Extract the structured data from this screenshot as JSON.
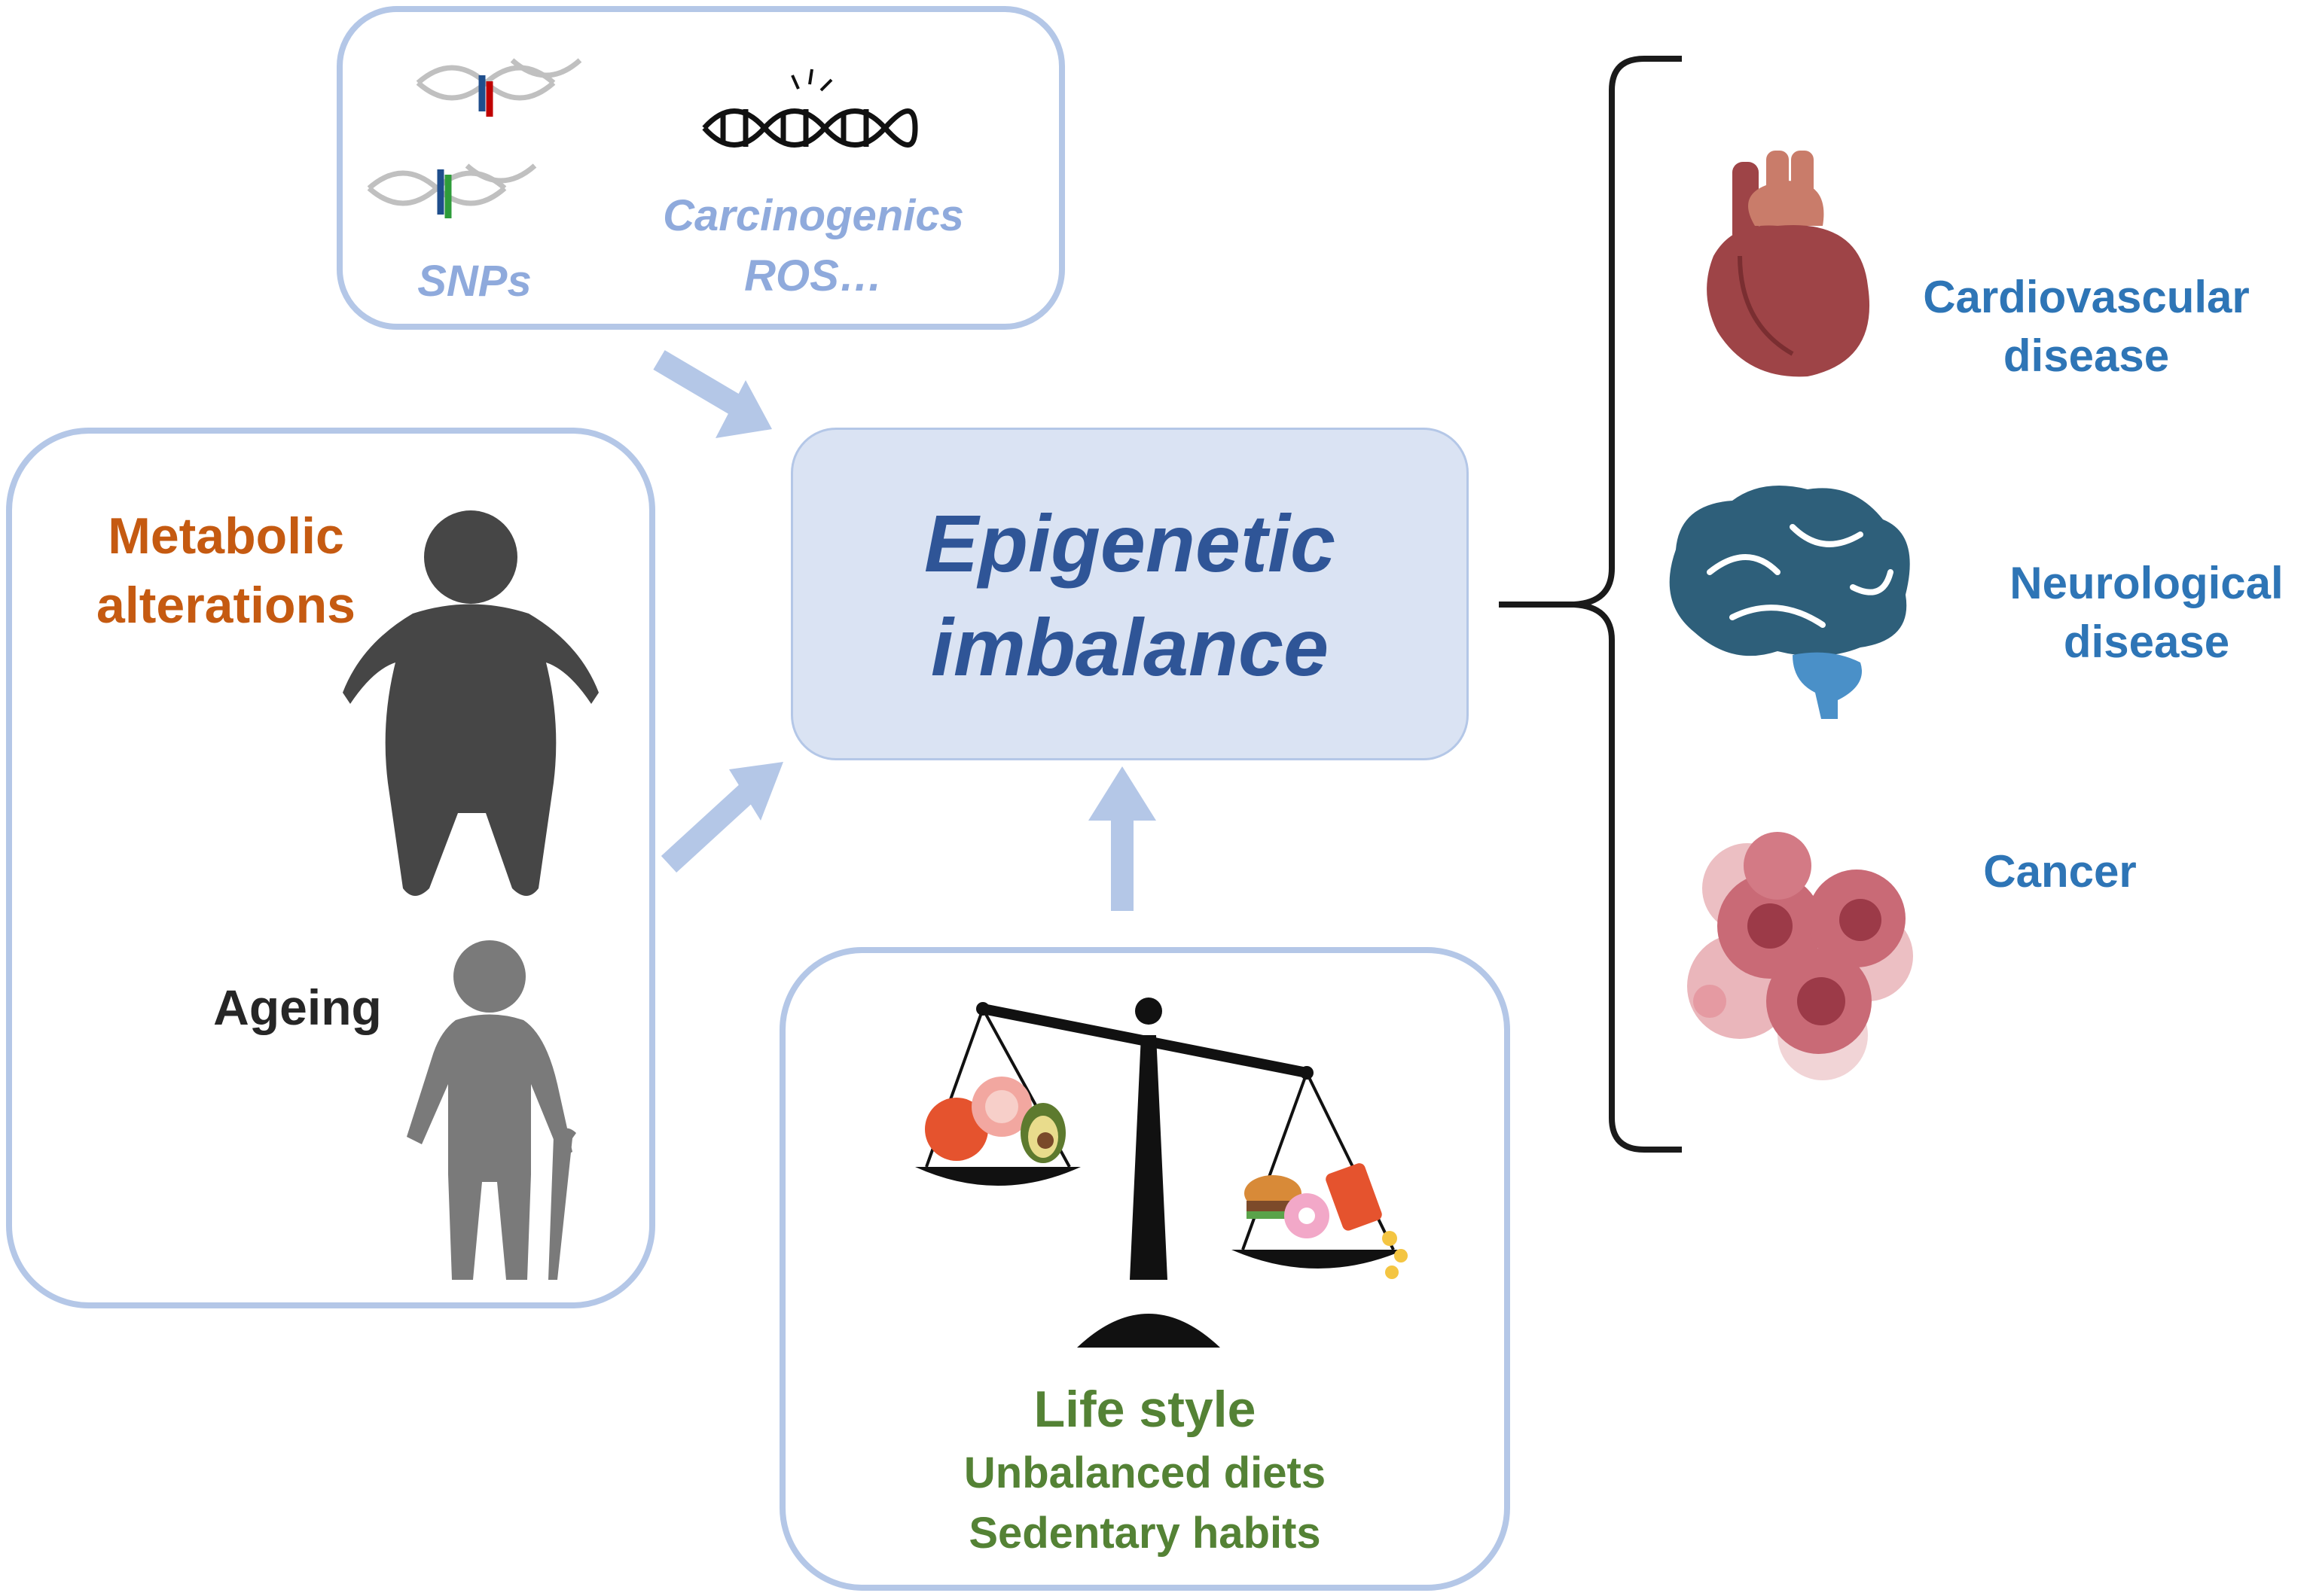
{
  "center": {
    "line1": "Epigenetic",
    "line2": "imbalance"
  },
  "genetic": {
    "snps_label": "SNPs",
    "carcino_line1": "Carcinogenics",
    "carcino_line2": "ROS…"
  },
  "metabolic": {
    "label_line1": "Metabolic",
    "label_line2": "alterations",
    "ageing_label": "Ageing"
  },
  "lifestyle": {
    "title": "Life style",
    "line1": "Unbalanced diets",
    "line2": "Sedentary habits"
  },
  "diseases": {
    "cardio_line1": "Cardiovascular",
    "cardio_line2": "disease",
    "neuro_line1": "Neurological",
    "neuro_line2": "disease",
    "cancer": "Cancer"
  },
  "colors": {
    "box_border": "#b4c7e7",
    "center_fill": "#dae3f3",
    "center_text": "#2f5597",
    "disease_text": "#2e75b6",
    "metabolic_text": "#c55a11",
    "lifestyle_text": "#548235",
    "genetic_text": "#8faadc",
    "heart": "#9e4447",
    "brain": "#2e5f7a",
    "cancer": "#d98c97"
  }
}
